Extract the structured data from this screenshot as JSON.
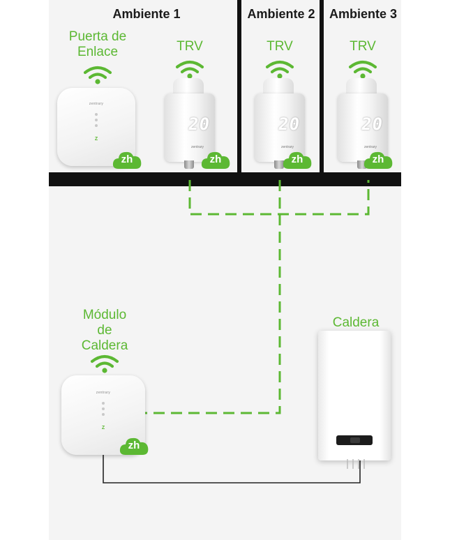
{
  "rooms": [
    {
      "title": "Ambiente 1"
    },
    {
      "title": "Ambiente 2"
    },
    {
      "title": "Ambiente 3"
    }
  ],
  "devices": {
    "gateway": {
      "label_line1": "Puerta de",
      "label_line2": "Enlace",
      "brand": "zentrary",
      "logo": "Z"
    },
    "trvs": [
      {
        "label": "TRV",
        "display": "20",
        "brand": "zentrary"
      },
      {
        "label": "TRV",
        "display": "20",
        "brand": "zentrary"
      },
      {
        "label": "TRV",
        "display": "20",
        "brand": "zentrary"
      }
    ],
    "boiler_module": {
      "label_line1": "Módulo",
      "label_line2": "de",
      "label_line3": "Caldera",
      "brand": "zentrary",
      "logo": "Z"
    },
    "boiler": {
      "label": "Caldera"
    }
  },
  "badge": {
    "text": "zh"
  },
  "icons": {
    "wifi": "wifi-icon",
    "badge": "zh-cloud-icon"
  },
  "colors": {
    "accent": "#5cb833",
    "wall": "#111111",
    "background": "#f4f4f4",
    "wire": "#222222"
  }
}
